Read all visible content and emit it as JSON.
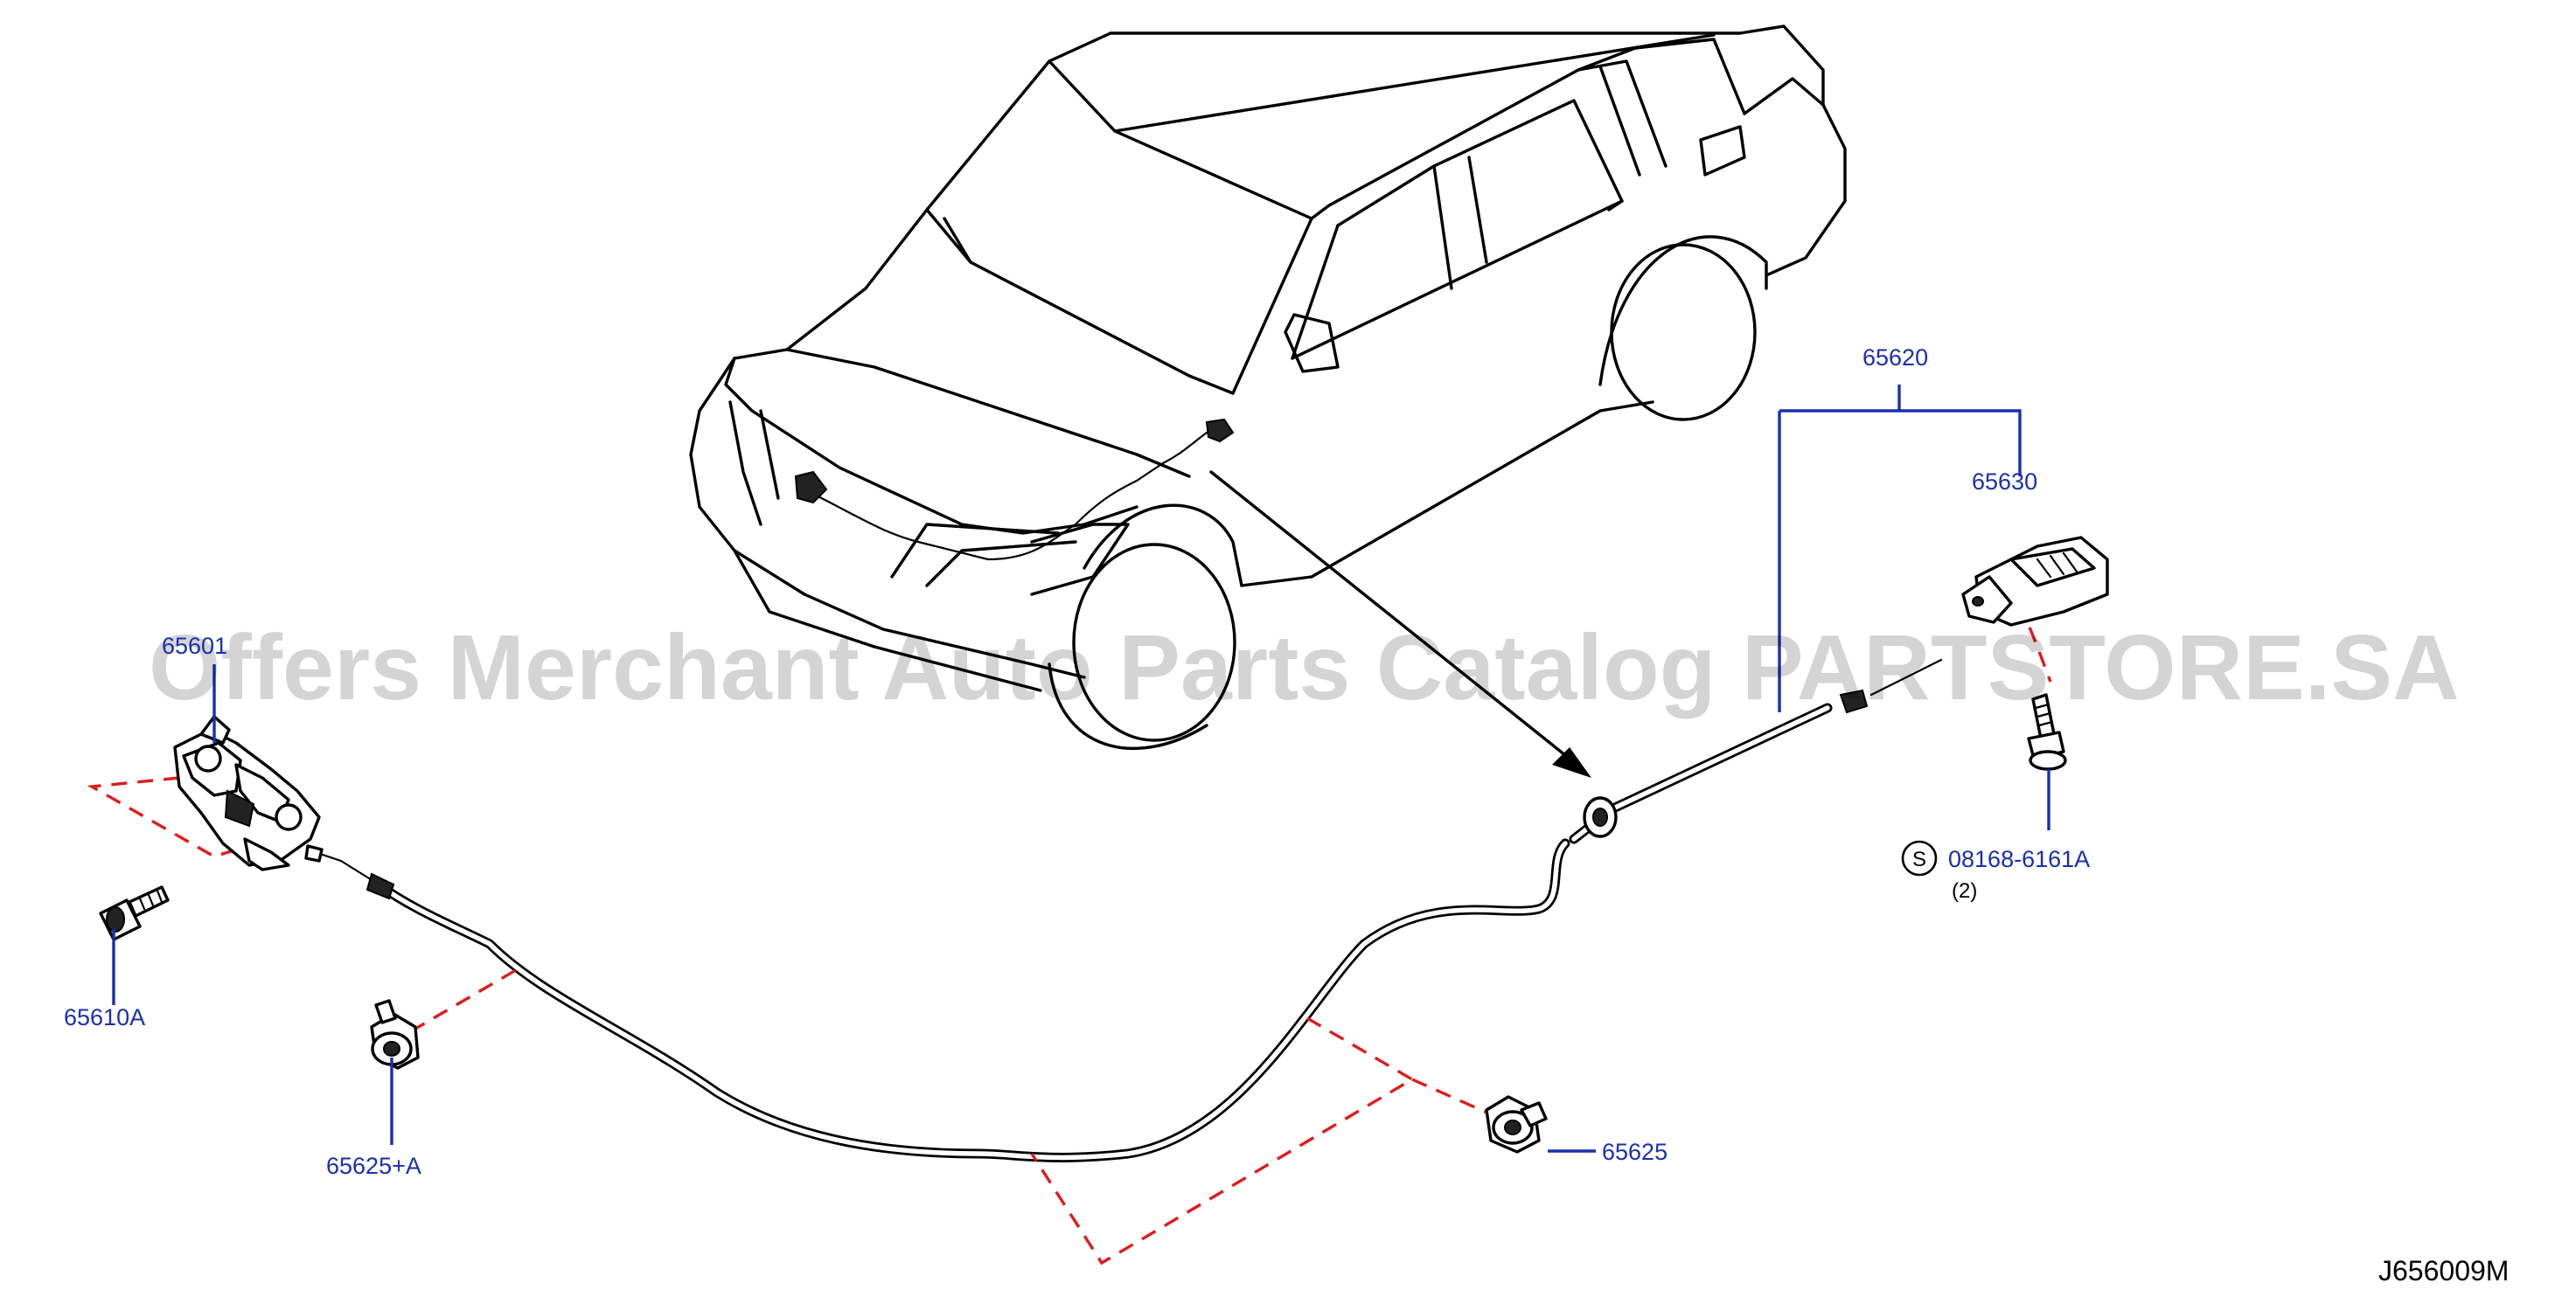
{
  "diagram": {
    "watermark": "Offers Merchant Auto Parts Catalog PARTSTORE.SA",
    "figure_code": "J656009M",
    "callouts": {
      "lock_assembly": "65601",
      "bolt_left": "65610A",
      "clip_left": "65625+A",
      "clip_right": "65625",
      "cable_assembly": "65620",
      "handle": "65630",
      "screw": "08168-6161A",
      "screw_qty": "(2)",
      "std_symbol": "S"
    },
    "colors": {
      "callout_text": "#1a2fb0",
      "dashed_guides": "#e11b1b",
      "linework": "#000000"
    }
  }
}
